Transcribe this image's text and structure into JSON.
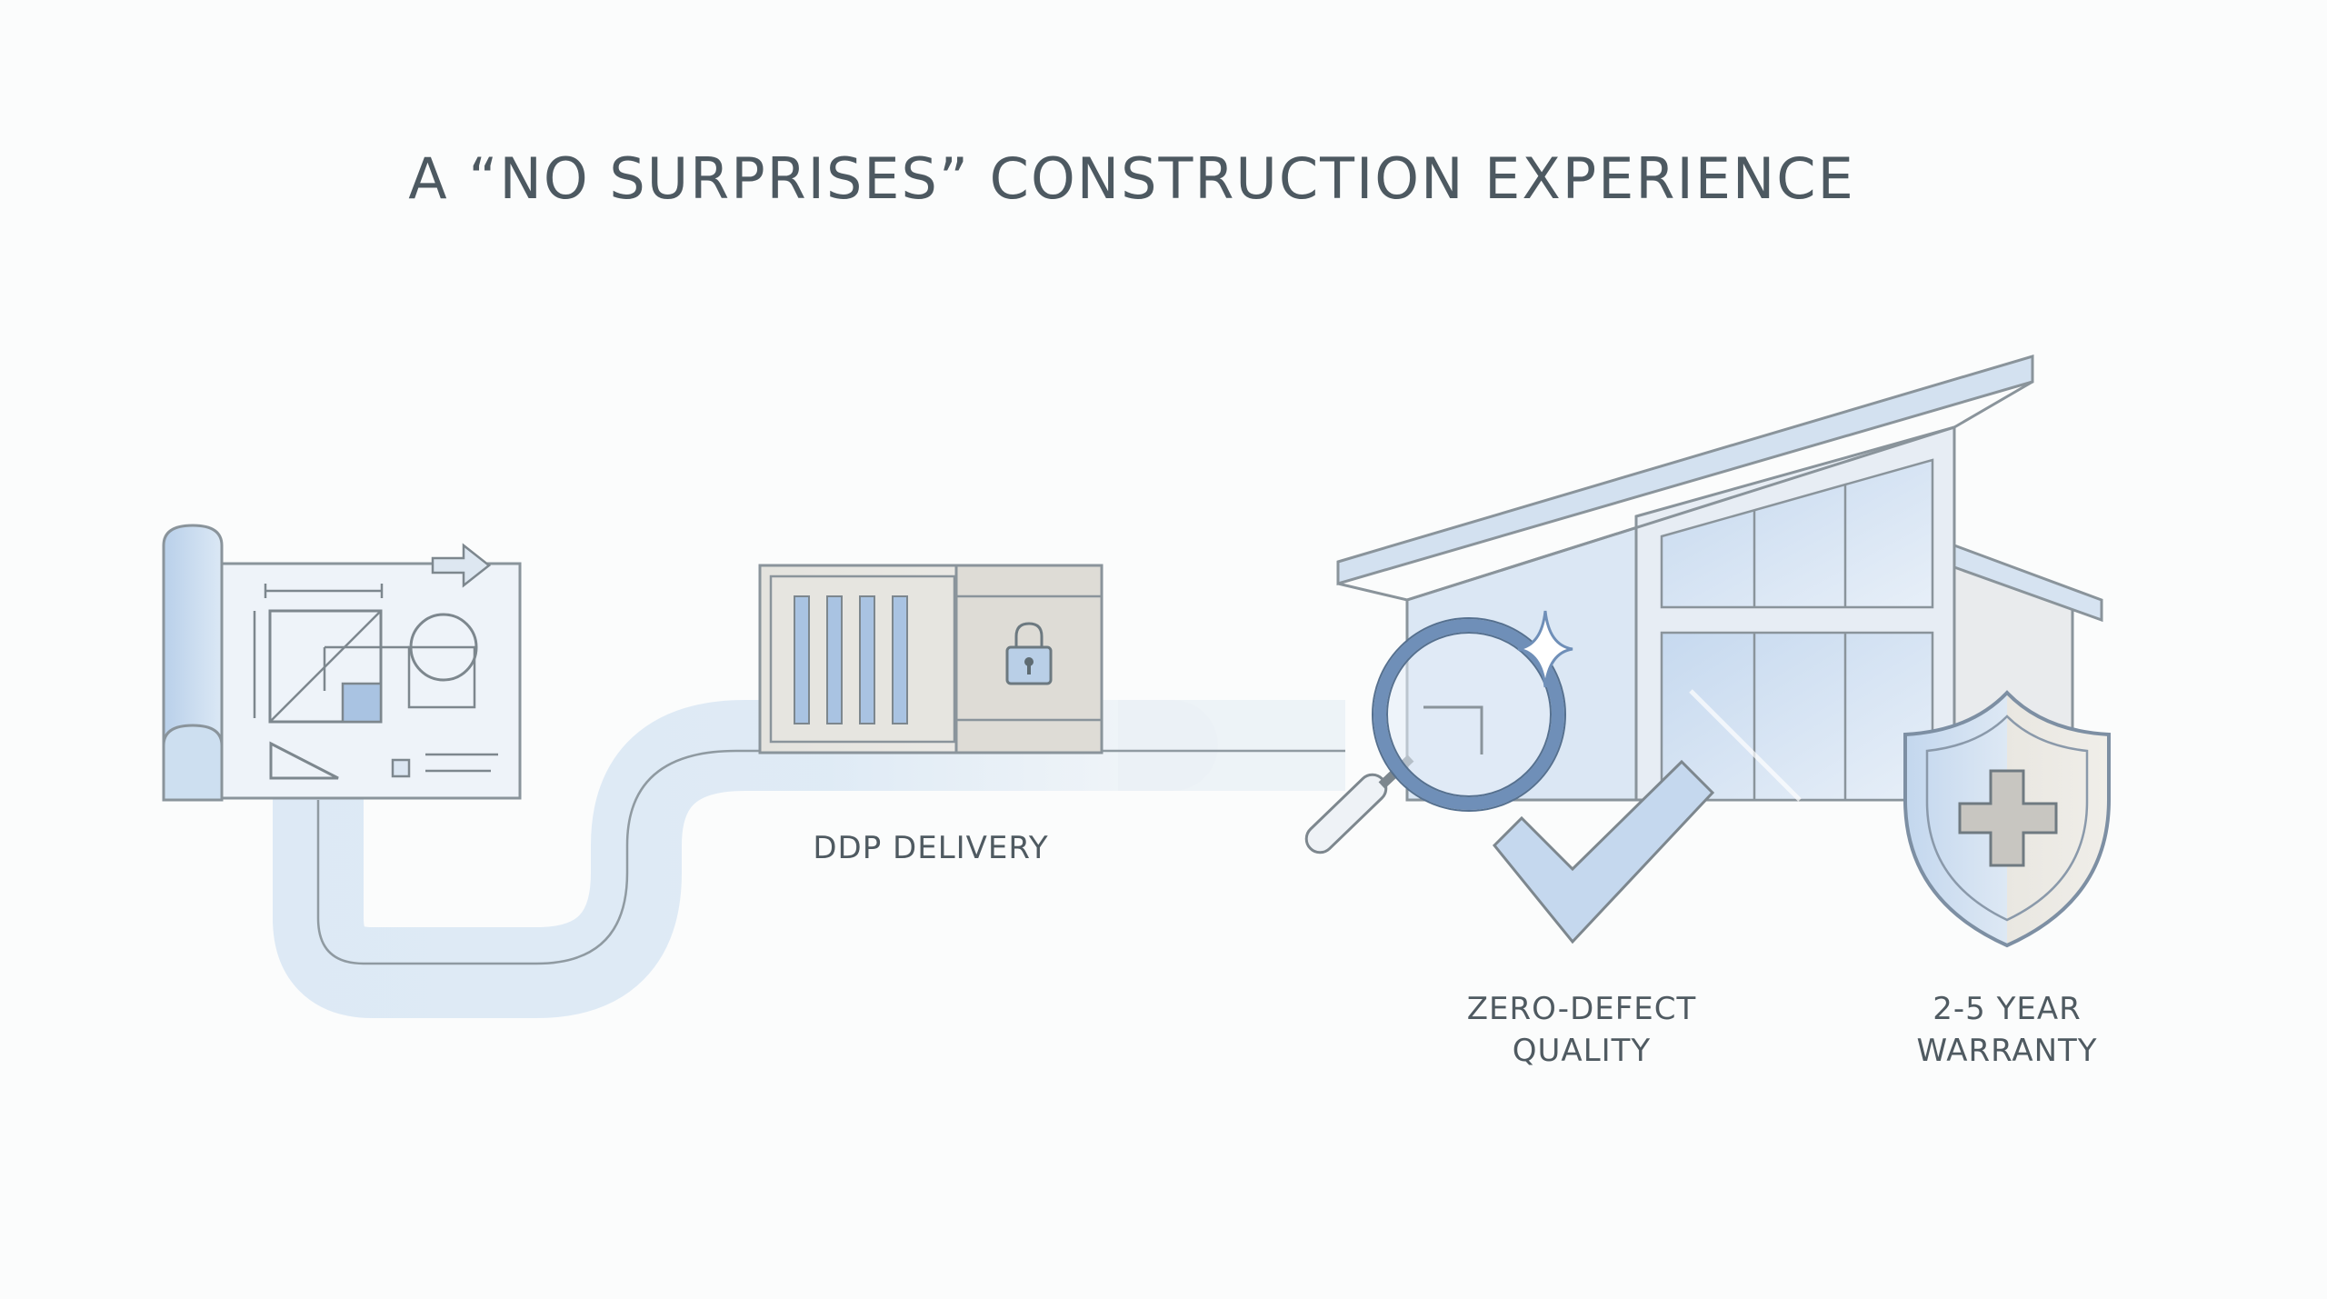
{
  "title": "A “NO SURPRISES” CONSTRUCTION EXPERIENCE",
  "steps": [
    {
      "icon": "blueprint-icon",
      "lines": []
    },
    {
      "icon": "shipping-container-icon",
      "lines": [
        "DDP DELIVERY"
      ]
    },
    {
      "icon": "magnifier-check-icon",
      "lines": [
        "ZERO-DEFECT",
        "QUALITY"
      ]
    },
    {
      "icon": "shield-cross-icon",
      "lines": [
        "2-5 YEAR",
        "WARRANTY"
      ]
    }
  ],
  "colors": {
    "accent_blue": "#c7daee",
    "line_gray": "#8a949b",
    "text": "#4d5961",
    "building_blue": "#dbe7f4",
    "magnifier_blue": "#6f8fb8"
  }
}
